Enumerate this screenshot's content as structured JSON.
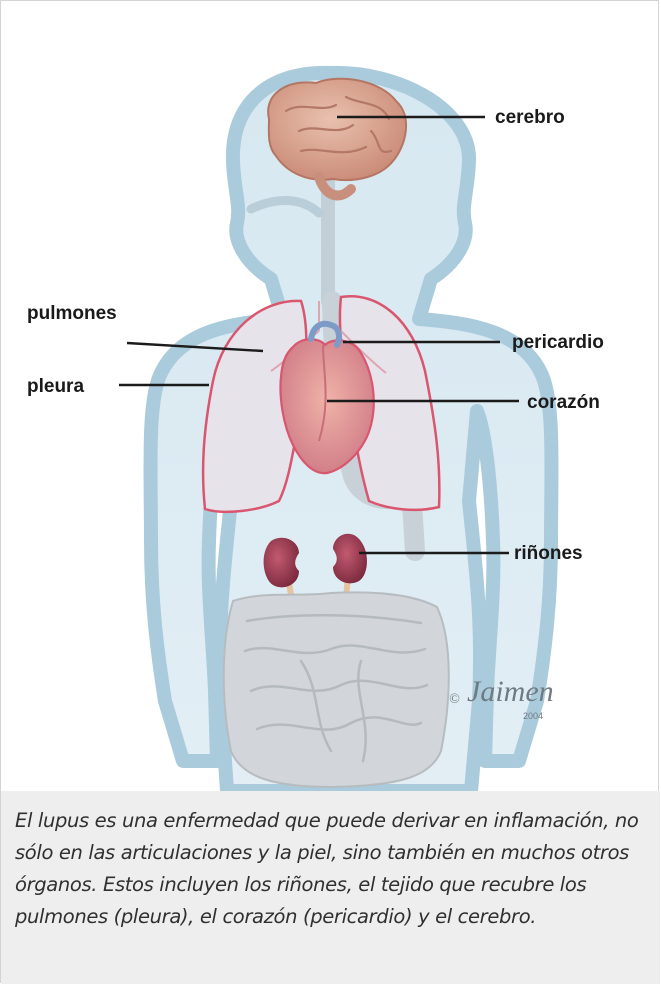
{
  "figure": {
    "labels": {
      "cerebro": "cerebro",
      "pulmones": "pulmones",
      "pericardio": "pericardio",
      "pleura": "pleura",
      "corazon": "corazón",
      "rinones": "riñones"
    },
    "signature": {
      "name": "Jaimen",
      "year": "2004"
    }
  },
  "caption": {
    "text": "El lupus es una enfermedad que puede derivar en inflamación, no sólo en las articulaciones y la piel, sino también en muchos otros órganos. Estos incluyen los riñones, el tejido que recubre los pulmones (pleura), el corazón (pericardio) y el cerebro."
  },
  "colors": {
    "body_fill": "#d3e5ee",
    "body_outline": "#a9cbdc",
    "brain": "#dba995",
    "lung_outline": "#d9566e",
    "heart": "#d98b8b",
    "kidney": "#95344a",
    "intestine": "#cfd3d7",
    "caption_bg": "#eeeeee"
  }
}
